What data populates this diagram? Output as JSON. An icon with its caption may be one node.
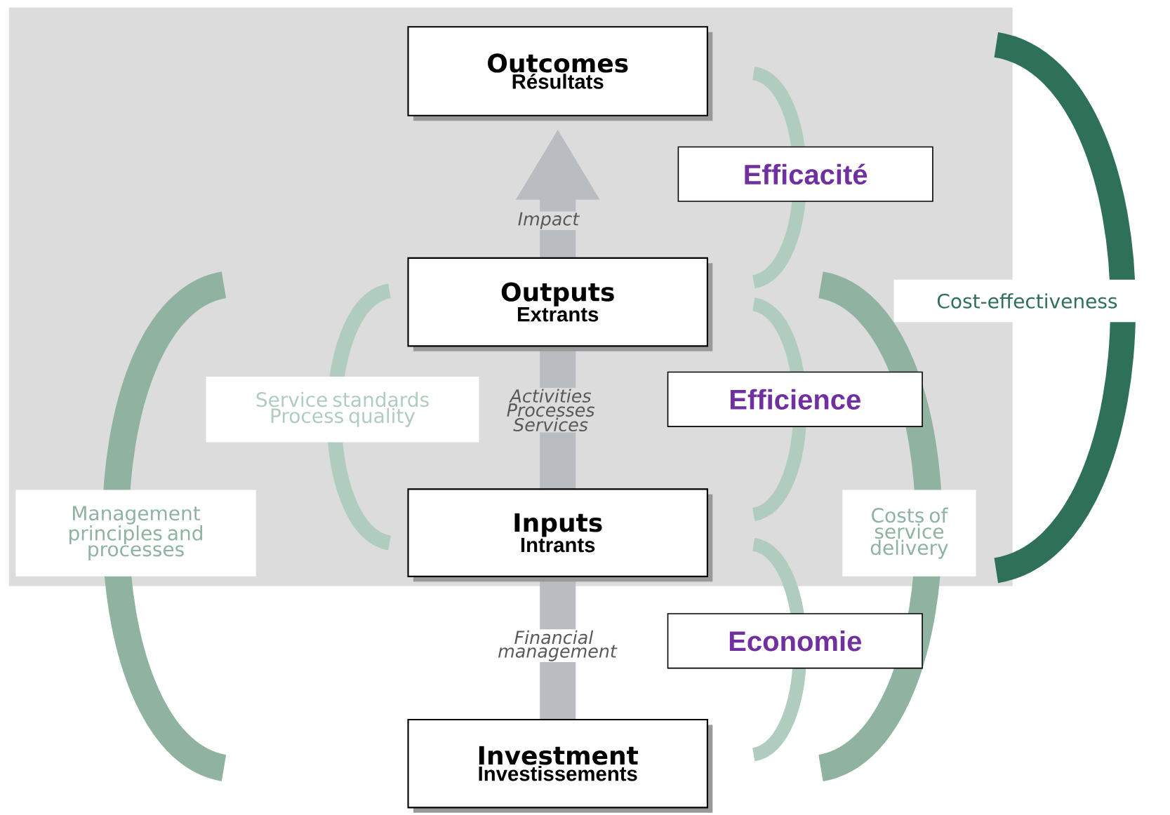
{
  "diagram": {
    "nodes": [
      {
        "text": [
          "Outcomes",
          "Résultats"
        ]
      },
      {
        "text": [
          "Efficacité"
        ]
      },
      {
        "text": [
          "Outputs",
          "Extrants"
        ]
      },
      {
        "text": [
          "Cost-effectiveness"
        ]
      },
      {
        "text": [
          "Service standards Process quality"
        ]
      },
      {
        "text": [
          "Efficience"
        ]
      },
      {
        "text": [
          "Inputs",
          "Intrants"
        ]
      },
      {
        "text": [
          "Management principles and processes"
        ]
      },
      {
        "text": [
          "Costs of service delivery"
        ]
      },
      {
        "text": [
          "Economie"
        ]
      },
      {
        "text": [
          "Investment",
          "Investissements"
        ]
      }
    ],
    "edges": [
      {
        "from": 10,
        "to": 6,
        "arrow": "none",
        "label": "Financial management"
      },
      {
        "from": 6,
        "to": 2,
        "arrow": "none",
        "label": "Activities Processes Services"
      },
      {
        "from": 2,
        "to": 0,
        "arrow": "to",
        "label": "Impact"
      }
    ]
  }
}
